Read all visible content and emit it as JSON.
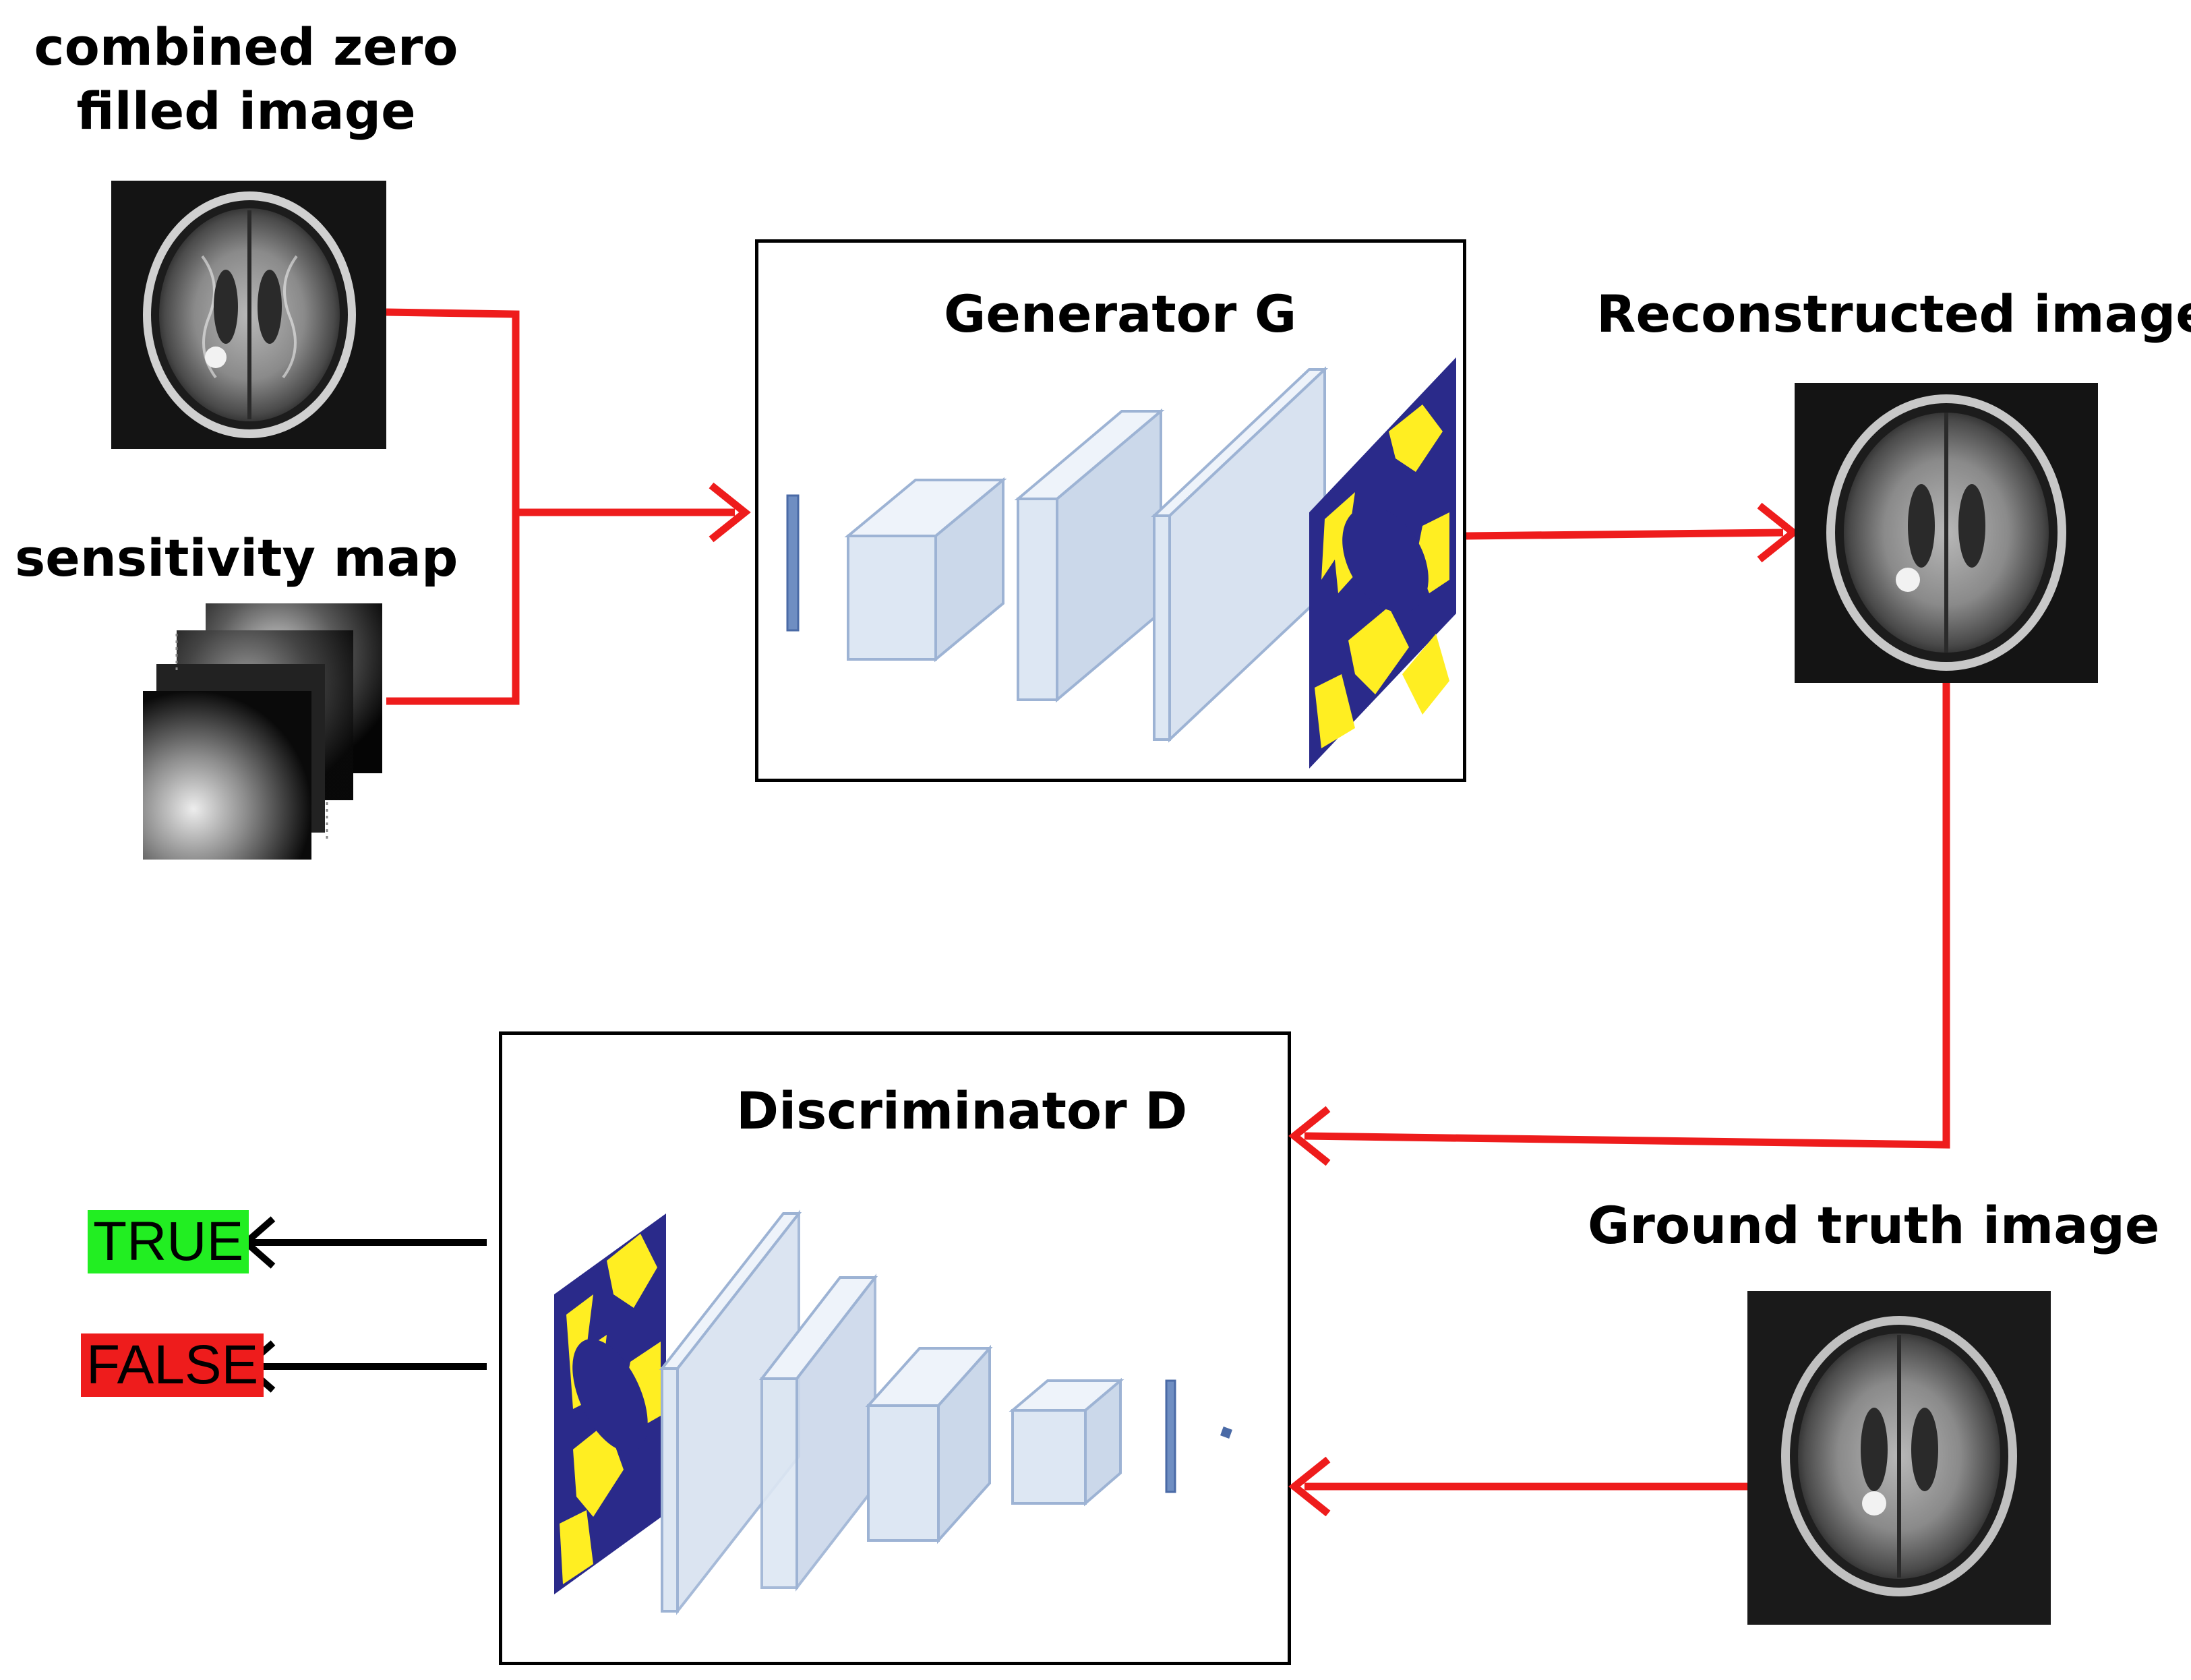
{
  "inputs": {
    "zero_filled_label": [
      "combined zero",
      "filled image"
    ],
    "sensitivity_label": "sensitivity map"
  },
  "generator": {
    "title": "Generator G"
  },
  "discriminator": {
    "title": "Discriminator D"
  },
  "outputs": {
    "reconstructed_label": "Reconstructed image",
    "ground_truth_label": "Ground truth image"
  },
  "decisions": {
    "true_label": "TRUE",
    "false_label": "FALSE"
  },
  "colors": {
    "connector": "#ee1c1c",
    "decision_arrow": "#000000",
    "true_bg": "#22ee22",
    "false_bg": "#ee1c1c",
    "layer_fill": "#dde7f3",
    "layer_stroke": "#9db3d4",
    "feature_map_bg": "#2a2a8a",
    "feature_map_fg": "#ffee22"
  },
  "icons": [
    "mri-brain-icon",
    "sensitivity-map-icon",
    "feature-map-icon",
    "arrow-icon"
  ]
}
